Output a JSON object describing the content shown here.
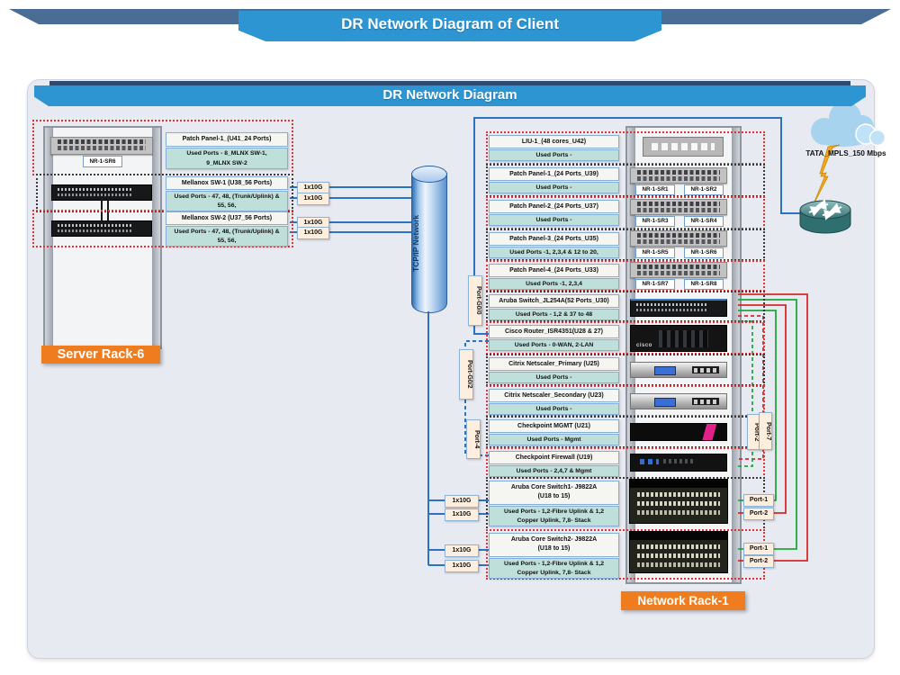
{
  "banners": {
    "outer": "DR Network Diagram of Client",
    "inner": "DR Network Diagram"
  },
  "server_rack": {
    "label": "Server Rack-6",
    "panel_tag": "NR-1-SR6"
  },
  "left_boxes": [
    {
      "title": "Patch Panel-1_(U41_24 Ports)",
      "body1": "Used Ports - 8_MLNX SW-1,",
      "body2": "9_MLNX SW-2"
    },
    {
      "title": "Mellanox SW-1 (U38_56 Ports)",
      "body1": "Used Ports - 47, 48, (Trunk/Uplink) &",
      "body2": "55, 56,"
    },
    {
      "title": "Mellanox SW-2 (U37_56 Ports)",
      "body1": "Used Ports - 47, 48, (Trunk/Uplink) &",
      "body2": "55, 56,"
    }
  ],
  "link_label": "1x10G",
  "tcpip_label": "TCP/IP Network",
  "wan": {
    "cloud_label": "TATA_MPLS_150 Mbps"
  },
  "ports": {
    "g00": "Port-G0/0",
    "g02": "Port-G0/2",
    "p4": "Port-4",
    "p7": "Port-7",
    "p2": "Port-2",
    "p1": "Port-1"
  },
  "network_rack": {
    "label": "Network Rack-1",
    "cisco_logo": "cisco",
    "sr_tags": [
      "NR-1-SR1",
      "NR-1-SR2",
      "NR-1-SR3",
      "NR-1-SR4",
      "NR-1-SR5",
      "NR-1-SR6",
      "NR-1-SR7",
      "NR-1-SR8"
    ]
  },
  "right_boxes": [
    {
      "title": "LIU-1_(48 cores_U42)",
      "body": "Used Ports -"
    },
    {
      "title": "Patch Panel-1_(24 Ports_U39)",
      "body": "Used Ports -"
    },
    {
      "title": "Patch Panel-2_(24 Ports_U37)",
      "body": "Used Ports -"
    },
    {
      "title": "Patch Panel-3_(24 Ports_U35)",
      "body": "Used Ports -1, 2,3,4 & 12 to 20,"
    },
    {
      "title": "Patch Panel-4_(24 Ports_U33)",
      "body": "Used Ports -1, 2,3,4"
    },
    {
      "title": "Aruba Switch_JL254A(52 Ports_U30)",
      "body": "Used Ports - 1,2 & 37 to 48"
    },
    {
      "title": "Cisco Router_ISR4351(U28 & 27)",
      "body": "Used Ports - 0-WAN, 2-LAN"
    },
    {
      "title": "Citrix Netscaler_Primary (U25)",
      "body": "Used Ports -"
    },
    {
      "title": "Citrix Netscaler_Secondary (U23)",
      "body": "Used Ports -"
    },
    {
      "title": "Checkpoint MGMT (U21)",
      "body": "Used Ports - Mgmt"
    },
    {
      "title": "Checkpoint Firewall (U19)",
      "body": "Used Ports - 2,4,7 & Mgmt"
    },
    {
      "title1": "Aruba Core Switch1- J9822A",
      "title2": "(U18 to 15)",
      "body1": "Used Ports - 1,2-Fibre Uplink & 1,2",
      "body2": "Copper Uplink, 7,8- Stack"
    },
    {
      "title1": "Aruba Core Switch2- J9822A",
      "title2": "(U18 to 15)",
      "body1": "Used Ports - 1,2-Fibre Uplink & 1,2",
      "body2": "Copper Uplink, 7,8- Stack"
    }
  ],
  "colors": {
    "banner_blue": "#2e95d3",
    "banner_slate": "#4a6d96",
    "panel_bg": "#e7eaf1",
    "line_blue": "#2b72c2",
    "line_red": "#d42a2a",
    "line_green": "#1fa83c",
    "rack_label_orange": "#ef7d1f",
    "box_body_teal": "#bfe0da",
    "tag_cream": "#fdeedd"
  }
}
